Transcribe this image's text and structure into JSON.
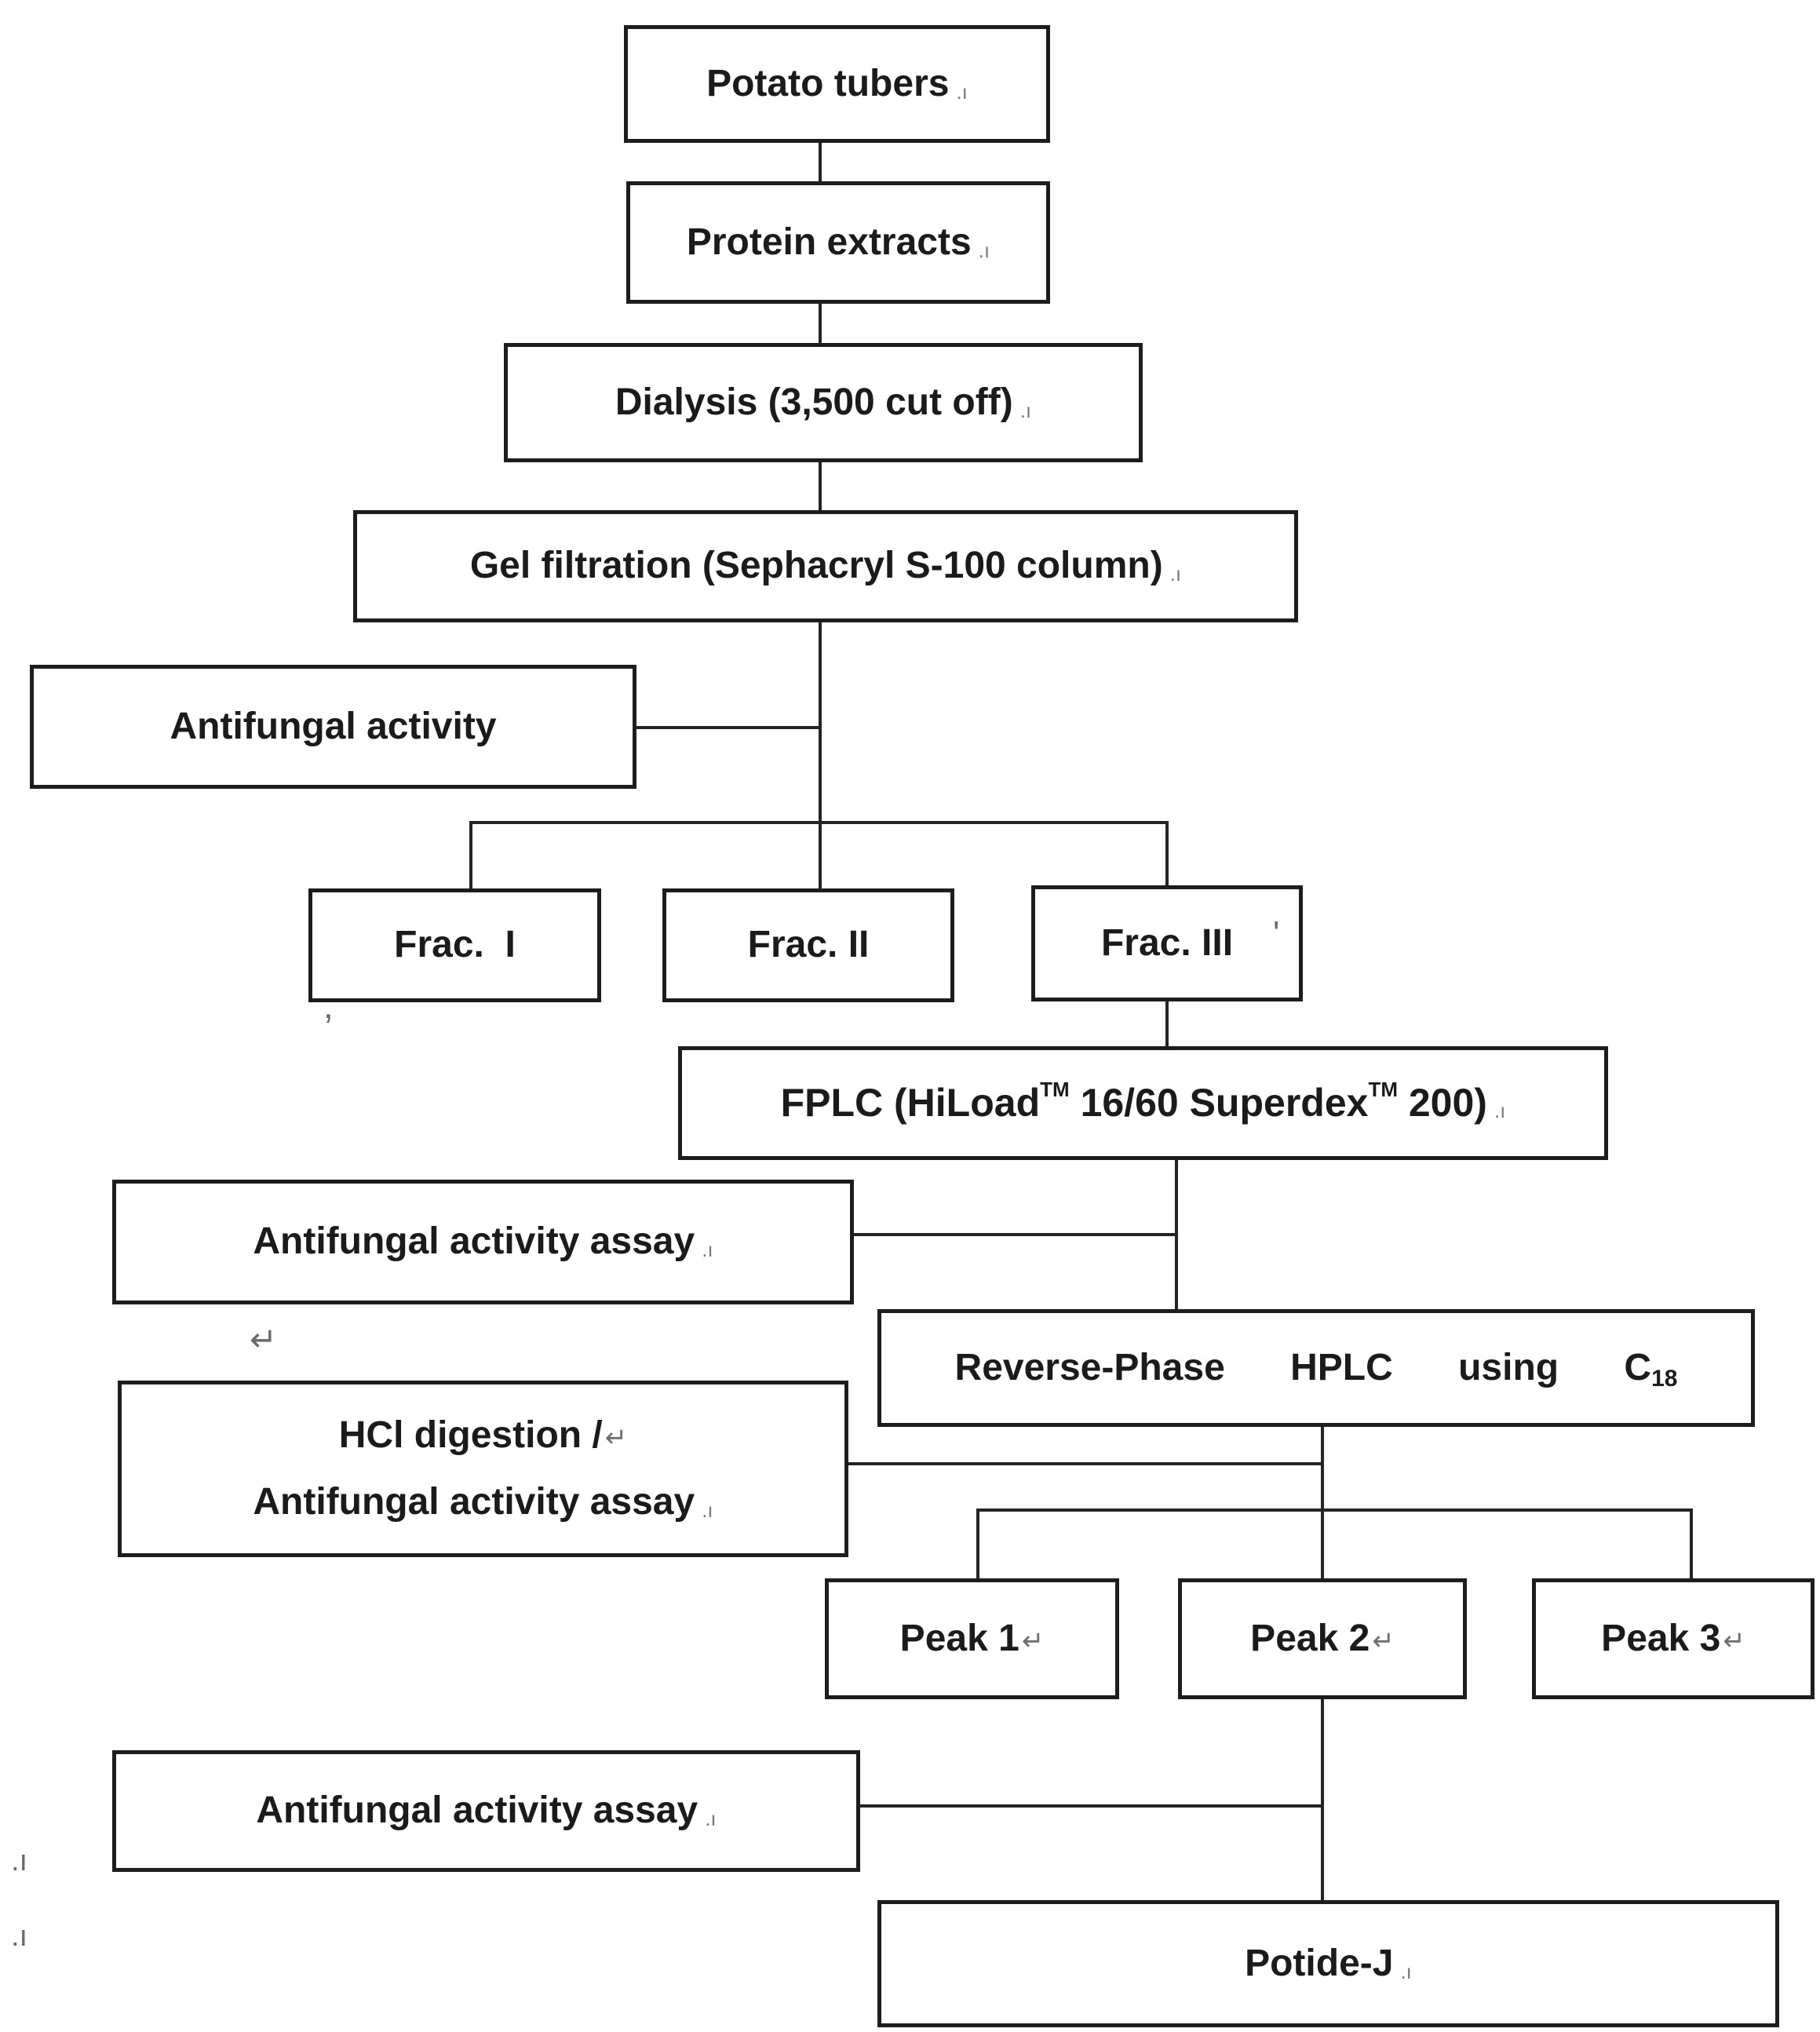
{
  "page": {
    "background": "#ffffff",
    "ink": "#1d1d1d",
    "connector_color": "#242424"
  },
  "nodes": {
    "potato_tubers": {
      "label": "Potato tubers",
      "mark": ".ı"
    },
    "protein_extracts": {
      "label": "Protein extracts",
      "mark": ".ı"
    },
    "dialysis": {
      "label": "Dialysis (3,500 cut off)",
      "mark": ".ı"
    },
    "gel_filtration": {
      "label": "Gel filtration (Sephacryl S-100 column)",
      "mark": ".ı"
    },
    "antifungal_activity": {
      "label": "Antifungal activity"
    },
    "frac_1": {
      "label": "Frac.  I"
    },
    "frac_2": {
      "label": "Frac. II"
    },
    "frac_3": {
      "label": "Frac. III"
    },
    "fplc": {
      "part1": "FPLC (HiLoad",
      "tm1": "TM",
      "part2": " 16/60 Superdex",
      "tm2": "TM",
      "part3": " 200)",
      "mark": ".ı"
    },
    "antifungal_activity_assay_1": {
      "label": "Antifungal activity assay",
      "mark": ".ı"
    },
    "reverse_phase_hplc": {
      "label": "Reverse-Phase HPLC using C",
      "subscript": "18"
    },
    "hcl_digestion": {
      "line1": "HCl digestion /",
      "line1_mark": "↵",
      "line2": "Antifungal activity assay",
      "line2_mark": ".ı"
    },
    "peak_1": {
      "label": "Peak 1",
      "mark": "↵"
    },
    "peak_2": {
      "label": "Peak 2",
      "mark": "↵"
    },
    "peak_3": {
      "label": "Peak 3",
      "mark": "↵"
    },
    "antifungal_activity_assay_2": {
      "label": "Antifungal activity assay",
      "mark": ".ı"
    },
    "potide_j": {
      "label": "Potide-J",
      "mark": ".ı"
    }
  },
  "artifacts": {
    "soft_return_above_hcl": "↵",
    "comma_below_frac1": "‚",
    "tick_right_of_frac3": "ʹ",
    "margin_mark_upper": ".ı",
    "margin_mark_lower": ".ı"
  }
}
